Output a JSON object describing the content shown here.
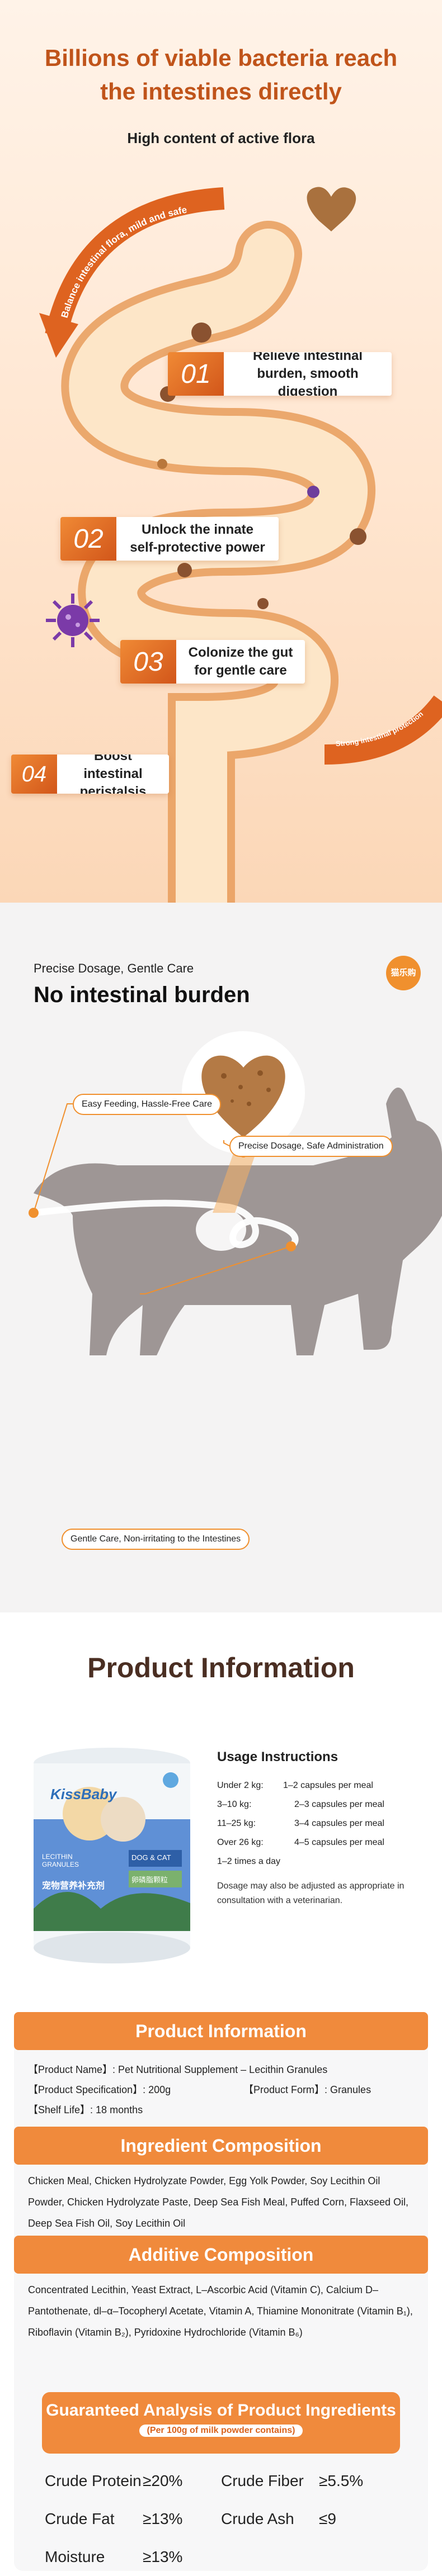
{
  "hero": {
    "title_line1": "Billions of viable bacteria reach",
    "title_line2": "the intestines directly",
    "subtitle": "High content of active flora",
    "curve_label_top": "Balance intestinal flora, mild and safe",
    "curve_label_bottom": "Strong intestinal protection",
    "steps": [
      {
        "num": "01",
        "text": "Relieve intestinal burden, smooth digestion"
      },
      {
        "num": "02",
        "text": "Unlock the innate self-protective power"
      },
      {
        "num": "03",
        "text": "Colonize the gut for gentle care"
      },
      {
        "num": "04",
        "text": "Boost intestinal peristalsis"
      }
    ]
  },
  "cat_section": {
    "kicker": "Precise Dosage, Gentle Care",
    "title": "No intestinal burden",
    "logo_text": "猫乐购",
    "callouts": {
      "feeding": "Easy Feeding, Hassle-Free Care",
      "dosage": "Precise Dosage, Safe Administration",
      "gentle": "Gentle Care, Non-irritating to the Intestines"
    }
  },
  "product": {
    "section_title": "Product Information",
    "can": {
      "brand": "KissBaby",
      "name_cn": "宠物营养补充剂",
      "label_en": "LECITHIN GRANULES",
      "tag1": "DOG & CAT",
      "tag2": "卵磷脂颗粒"
    },
    "usage": {
      "title": "Usage Instructions",
      "rows": [
        {
          "weight": "Under 2 kg:",
          "dose": "1–2 capsules per meal"
        },
        {
          "weight": "3–10 kg:",
          "dose": "2–3 capsules per meal"
        },
        {
          "weight": "11–25 kg:",
          "dose": "3–4 capsules per meal"
        },
        {
          "weight": "Over 26 kg:",
          "dose": "4–5 capsules per meal"
        }
      ],
      "frequency": "1–2 times a day",
      "note": "Dosage may also be adjusted as appropriate in consultation with a veterinarian."
    },
    "info_bar": "Product Information",
    "info": {
      "name": "【Product Name】: Pet Nutritional Supplement – Lecithin Granules",
      "spec": "【Product Specification】: 200g",
      "form": "【Product Form】: Granules",
      "shelf": "【Shelf Life】: 18 months"
    },
    "ingredient_bar": "Ingredient Composition",
    "ingredients": "Chicken Meal, Chicken Hydrolyzate Powder, Egg Yolk Powder, Soy Lecithin Oil Powder, Chicken Hydrolyzate Paste, Deep Sea Fish Meal, Puffed Corn, Flaxseed Oil, Deep Sea Fish Oil, Soy Lecithin Oil",
    "additive_bar": "Additive Composition",
    "additives": "Concentrated Lecithin, Yeast Extract, L–Ascorbic Acid (Vitamin C), Calcium D–Pantothenate, dl–α–Tocopheryl Acetate, Vitamin A, Thiamine Mononitrate (Vitamin B₁), Riboflavin (Vitamin B₂), Pyridoxine Hydrochloride (Vitamin B₆)",
    "analysis_title": "Guaranteed Analysis of Product Ingredients",
    "analysis_subtitle": "(Per 100g of milk powder contains)",
    "analysis": [
      {
        "name": "Crude Protein",
        "value": "≥20%"
      },
      {
        "name": "Crude Fiber",
        "value": "≥5.5%"
      },
      {
        "name": "Crude Fat",
        "value": "≥13%"
      },
      {
        "name": "Crude Ash",
        "value": "≤9"
      },
      {
        "name": "Moisture",
        "value": "≥13%"
      }
    ]
  },
  "colors": {
    "accent": "#f08a3c",
    "accent_dark": "#d2561a",
    "title_orange": "#c0541a",
    "brown_title": "#4a2e22"
  }
}
